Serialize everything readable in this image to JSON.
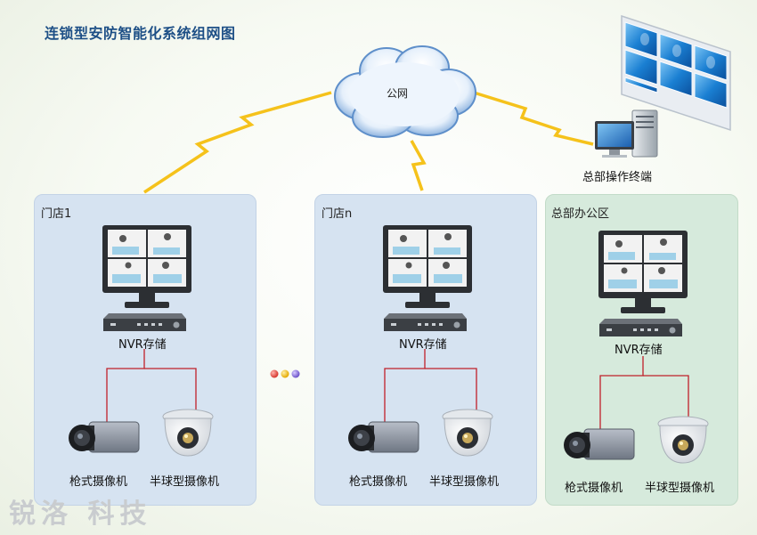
{
  "title": "连锁型安防智能化系统组网图",
  "network": {
    "label": "公网"
  },
  "hq_terminal": {
    "label": "总部操作终端"
  },
  "panels": [
    {
      "name": "门店1",
      "nvr": "NVR存储",
      "camera1": "枪式摄像机",
      "camera2": "半球型摄像机"
    },
    {
      "name": "门店n",
      "nvr": "NVR存储",
      "camera1": "枪式摄像机",
      "camera2": "半球型摄像机"
    },
    {
      "name": "总部办公区",
      "nvr": "NVR存储",
      "camera1": "枪式摄像机",
      "camera2": "半球型摄像机"
    }
  ],
  "watermark_logo": "锐洛 科技",
  "colors": {
    "title": "#1d4f86",
    "store_panel": "#d6e3f1",
    "hq_panel": "#d6eadc",
    "lightning": "#f5c21b",
    "wiring": "#c0202a",
    "dots": [
      "#e5534b",
      "#f2c12e",
      "#8a6fd8"
    ]
  },
  "icons": [
    "cloud-icon",
    "video-wall-icon",
    "workstation-icon",
    "monitor-icon",
    "nvr-icon",
    "bullet-camera-icon",
    "dome-camera-icon"
  ]
}
